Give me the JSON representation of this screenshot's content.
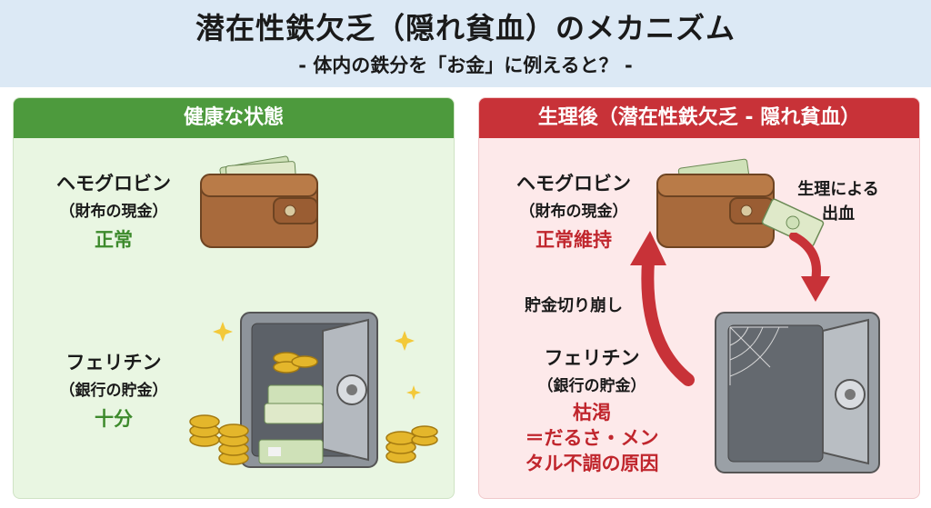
{
  "header": {
    "title": "潜在性鉄欠乏（隠れ貧血）のメカニズム",
    "subtitle": "- 体内の鉄分を「お金」に例えると？ -"
  },
  "left": {
    "heading": "健康な状態",
    "hemoglobin": {
      "label": "ヘモグロビン",
      "sub": "（財布の現金）",
      "state": "正常"
    },
    "ferritin": {
      "label": "フェリチン",
      "sub": "（銀行の貯金）",
      "state": "十分"
    }
  },
  "right": {
    "heading": "生理後（潜在性鉄欠乏 - 隠れ貧血）",
    "hemoglobin": {
      "label": "ヘモグロビン",
      "sub": "（財布の現金）",
      "state": "正常維持"
    },
    "ferritin": {
      "label": "フェリチン",
      "sub": "（銀行の貯金）",
      "state": "枯渇",
      "effect_line1": "＝だるさ・メン",
      "effect_line2": "タル不調の原因"
    },
    "bleeding_line1": "生理による",
    "bleeding_line2": "出血",
    "withdraw": "貯金切り崩し"
  },
  "colors": {
    "header_bg": "#dce9f5",
    "healthy": "#4d9a3d",
    "deficient": "#c83238",
    "healthy_bg": "#e9f6e2",
    "deficient_bg": "#fde9ea"
  },
  "icons": [
    "wallet-icon",
    "safe-icon",
    "gold-coin-icon",
    "cash-bundle-icon",
    "banknote-icon",
    "cobweb-icon",
    "sparkle-icon",
    "curved-arrow-icon"
  ]
}
